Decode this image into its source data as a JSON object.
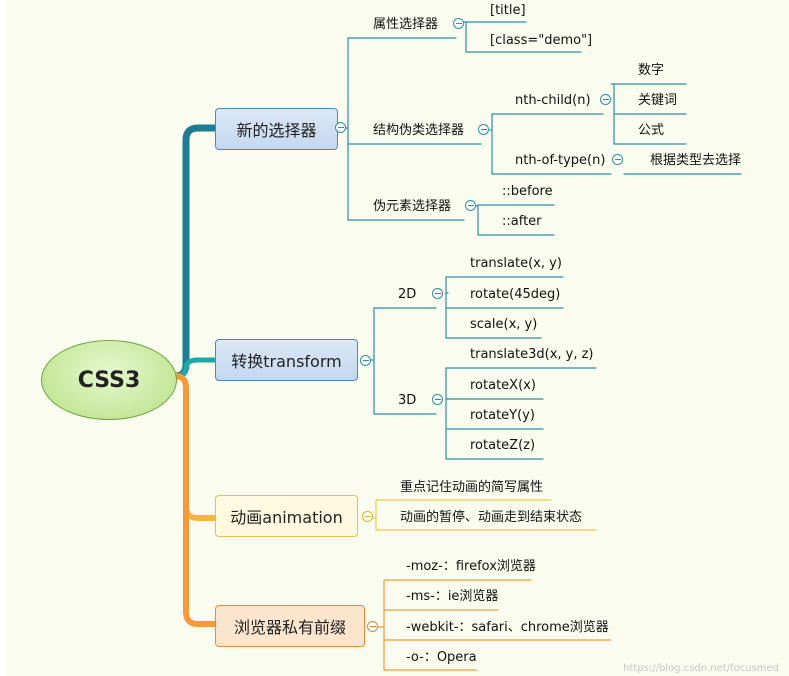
{
  "root": "CSS3",
  "branches": [
    {
      "label": "新的选择器",
      "children": [
        {
          "label": "属性选择器",
          "children": [
            "[title]",
            "[class=\"demo\"]"
          ]
        },
        {
          "label": "结构伪类选择器",
          "children": [
            {
              "label": "nth-child(n)",
              "children": [
                "数字",
                "关键词",
                "公式"
              ]
            },
            {
              "label": "nth-of-type(n)",
              "children": [
                "根据类型去选择"
              ]
            }
          ]
        },
        {
          "label": "伪元素选择器",
          "children": [
            "::before",
            "::after"
          ]
        }
      ]
    },
    {
      "label": "转换transform",
      "children": [
        {
          "label": "2D",
          "children": [
            "translate(x, y)",
            "rotate(45deg)",
            "scale(x, y)"
          ]
        },
        {
          "label": "3D",
          "children": [
            "translate3d(x, y, z)",
            "rotateX(x)",
            "rotateY(y)",
            "rotateZ(z)"
          ]
        }
      ]
    },
    {
      "label": "动画animation",
      "children": [
        "重点记住动画的简写属性",
        "动画的暂停、动画走到结束状态"
      ]
    },
    {
      "label": "浏览器私有前缀",
      "children": [
        "-moz-：firefox浏览器",
        "-ms-：ie浏览器",
        "-webkit-：safari、chrome浏览器",
        "-o-：Opera"
      ]
    }
  ],
  "watermark": "https://blog.csdn.net/focusmed",
  "colors": {
    "teal": "#2f8fa0",
    "yellow": "#f0cc45",
    "orange": "#f49a3a",
    "background": "#fbfcf0"
  }
}
